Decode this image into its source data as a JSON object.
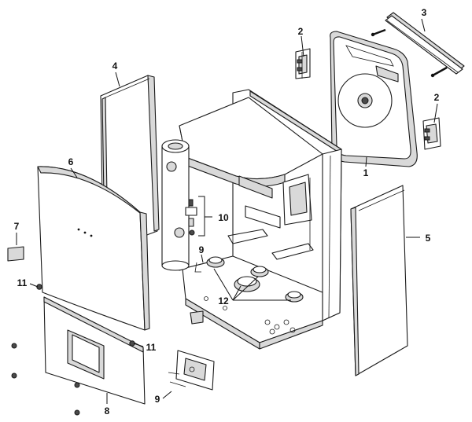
{
  "callouts": {
    "c1": "1",
    "c2a": "2",
    "c2b": "2",
    "c3": "3",
    "c4": "4",
    "c5": "5",
    "c6": "6",
    "c7": "7",
    "c8": "8",
    "c9a": "9",
    "c9b": "9",
    "c10": "10",
    "c11a": "11",
    "c11b": "11",
    "c12": "12"
  }
}
